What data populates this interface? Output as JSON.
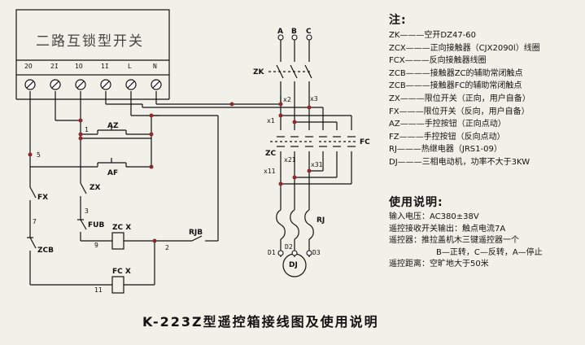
{
  "box_title": "二路互锁型开关",
  "terminals": [
    "2O",
    "2I",
    "1O",
    "1I",
    "L",
    "N"
  ],
  "phases": [
    "A",
    "B",
    "C"
  ],
  "labels": {
    "zk": "ZK",
    "az": "AZ",
    "af": "AF",
    "fx": "FX",
    "zx": "ZX",
    "fub": "FUB",
    "zcb": "ZCB",
    "zcx": "ZC X",
    "fcx": "FC X",
    "rjb": "RJB",
    "zc": "ZC",
    "fc": "FC",
    "rj": "RJ",
    "d1": "D1",
    "d2": "D2",
    "d3": "D3",
    "dj": "DJ",
    "x1": "x1",
    "x2": "x2",
    "x3": "x3",
    "x11": "x11",
    "x21": "x21",
    "x31": "x31",
    "n1": "1",
    "n5": "5",
    "n7": "7",
    "n3": "3",
    "n9": "9",
    "n2": "2",
    "n11": "11"
  },
  "notes_title": "注:",
  "notes": [
    "ZK———空开DZ47-60",
    "ZCX———正向接触器（CJX2090l）线圈",
    "FCX———反向接触器线圈",
    "ZCB———接触器ZC的辅助常闭触点",
    "ZCB———接触器FC的辅助常闭触点",
    "ZX———限位开关（正向，用户自备）",
    "FX———限位开关（反向，用户自备）",
    "AZ———手控按钮（正向点动）",
    "FZ———手控按钮（反向点动）",
    "RJ———热继电器（JRS1-09）",
    "DJ———三相电动机，功率不大于3KW"
  ],
  "usage_title": "使用说明:",
  "usage": [
    "输入电压：AC380±38V",
    "遥控接收开关输出：触点电流7A",
    "遥控器：推拉盖机木三键遥控器一个",
    "B—正转，C—反转，A—停止",
    "遥控距离：空旷地大于50米"
  ],
  "footer": "K-223Z型遥控箱接线图及使用说明"
}
